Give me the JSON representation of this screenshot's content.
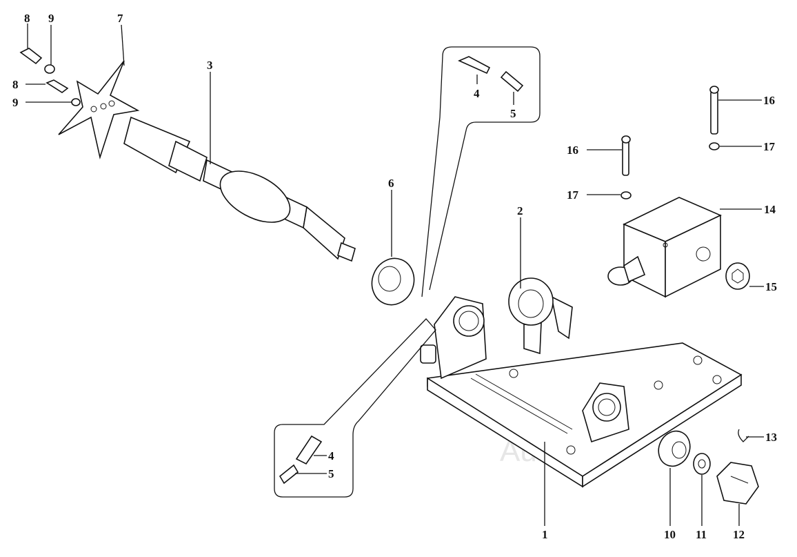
{
  "labels": {
    "l1": "1",
    "l2": "2",
    "l3": "3",
    "l4a": "4",
    "l4b": "4",
    "l5a": "5",
    "l5b": "5",
    "l6": "6",
    "l7": "7",
    "l8a": "8",
    "l8b": "8",
    "l9a": "9",
    "l9b": "9",
    "l10": "10",
    "l11": "11",
    "l12": "12",
    "l13": "13",
    "l14": "14",
    "l15": "15",
    "l16a": "16",
    "l16b": "16",
    "l17a": "17",
    "l17b": "17"
  },
  "watermark": "AutoSoft"
}
